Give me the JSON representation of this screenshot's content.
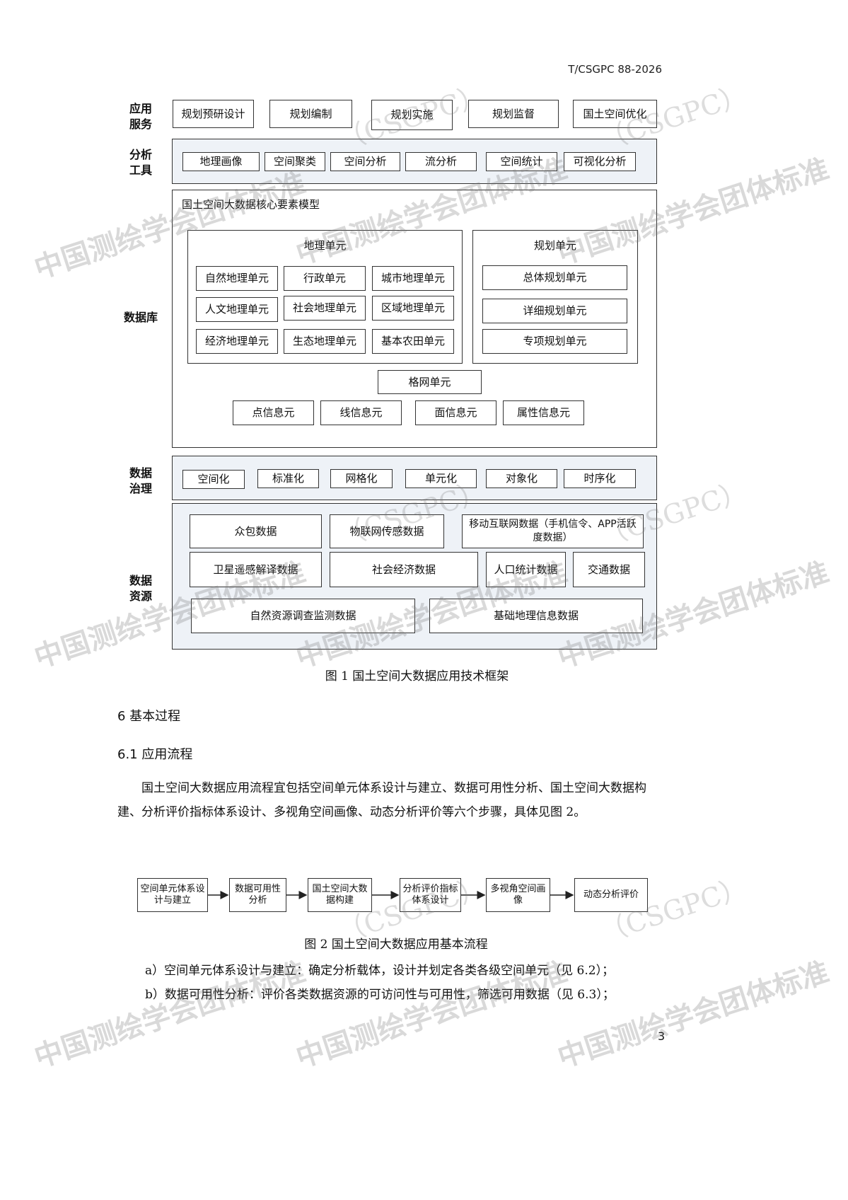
{
  "header": {
    "doc_id": "T/CSGPC 88-2026"
  },
  "figure1": {
    "rows": {
      "service": "应用\n服务",
      "tools": "分析\n工具",
      "database": "数据库",
      "governance": "数据\n治理",
      "resources": "数据\n资源"
    },
    "service_items": [
      "规划预研设计",
      "规划编制",
      "规划实施",
      "规划监督",
      "国土空间优化"
    ],
    "tool_items": [
      "地理画像",
      "空间聚类",
      "空间分析",
      "流分析",
      "空间统计",
      "可视化分析"
    ],
    "db_title": "国土空间大数据核心要素模型",
    "geo_group": {
      "title": "地理单元",
      "items": [
        "自然地理单元",
        "行政单元",
        "城市地理单元",
        "人文地理单元",
        "社会地理单元",
        "区域地理单元",
        "经济地理单元",
        "生态地理单元",
        "基本农田单元"
      ]
    },
    "plan_group": {
      "title": "规划单元",
      "items": [
        "总体规划单元",
        "详细规划单元",
        "专项规划单元"
      ]
    },
    "grid_unit": "格网单元",
    "info_items": [
      "点信息元",
      "线信息元",
      "面信息元",
      "属性信息元"
    ],
    "governance_items": [
      "空间化",
      "标准化",
      "网格化",
      "单元化",
      "对象化",
      "时序化"
    ],
    "resource_items": [
      "众包数据",
      "物联网传感数据",
      "移动互联网数据（手机信令、APP活跃度数据）",
      "卫星遥感解译数据",
      "社会经济数据",
      "人口统计数据",
      "交通数据",
      "自然资源调查监测数据",
      "基础地理信息数据"
    ],
    "caption": "图 1  国土空间大数据应用技术框架"
  },
  "section6": {
    "heading": "6   基本过程"
  },
  "section61": {
    "heading": "6.1    应用流程",
    "paragraph": "国土空间大数据应用流程宜包括空间单元体系设计与建立、数据可用性分析、国土空间大数据构建、分析评价指标体系设计、多视角空间画像、动态分析评价等六个步骤，具体见图 2。"
  },
  "figure2": {
    "steps": [
      "空间单元体系设计与建立",
      "数据可用性分析",
      "国土空间大数据构建",
      "分析评价指标体系设计",
      "多视角空间画像",
      "动态分析评价"
    ],
    "caption": "图 2  国土空间大数据应用基本流程"
  },
  "list_items": [
    "a）空间单元体系设计与建立：确定分析载体，设计并划定各类各级空间单元（见 6.2）；",
    "b）数据可用性分析：评价各类数据资源的可访问性与可用性，筛选可用数据（见 6.3）；"
  ],
  "page_number": "3",
  "watermark": {
    "text": "中国测绘学会团体标准",
    "org": "（CSGPC）"
  }
}
